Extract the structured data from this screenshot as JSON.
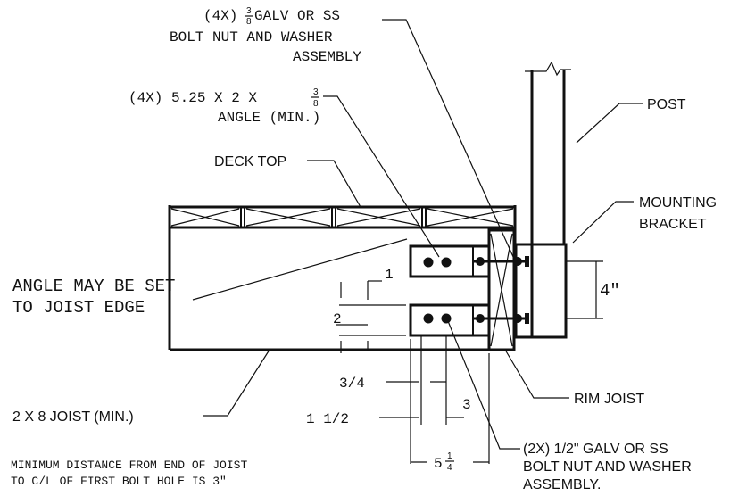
{
  "labels": {
    "bolt_top_l1a": "(4X)",
    "bolt_top_l1b": "GALV OR SS",
    "bolt_top_frac_n": "3",
    "bolt_top_frac_d": "8",
    "bolt_top_l2": "BOLT NUT AND WASHER",
    "bolt_top_l3": "ASSEMBLY",
    "angle_l1a": "(4X) 5.25 X 2  X",
    "angle_frac_n": "3",
    "angle_frac_d": "8",
    "angle_l2": "ANGLE (MIN.)",
    "deck_top": "DECK TOP",
    "post": "POST",
    "mounting_l1": "MOUNTING",
    "mounting_l2": "BRACKET",
    "angle_note_l1": "ANGLE MAY BE SET",
    "angle_note_l2": "TO JOIST EDGE",
    "dim_4": "4\"",
    "dim_1": "1",
    "dim_2": "2",
    "dim_3_4": "3/4",
    "dim_3": "3",
    "dim_1_1_2": "1 1/2",
    "dim_5": "5",
    "dim_5_frac_n": "1",
    "dim_5_frac_d": "4",
    "rim_joist": "RIM JOIST",
    "joist": "2 X 8 JOIST (MIN.)",
    "bolt_bot_l1": "(2X) 1/2\" GALV OR SS",
    "bolt_bot_l2": "BOLT NUT AND WASHER",
    "bolt_bot_l3": "ASSEMBLY.",
    "min_dist_l1": "MINIMUM DISTANCE FROM END OF JOIST",
    "min_dist_l2": "TO C/L OF FIRST BOLT HOLE IS 3\""
  }
}
